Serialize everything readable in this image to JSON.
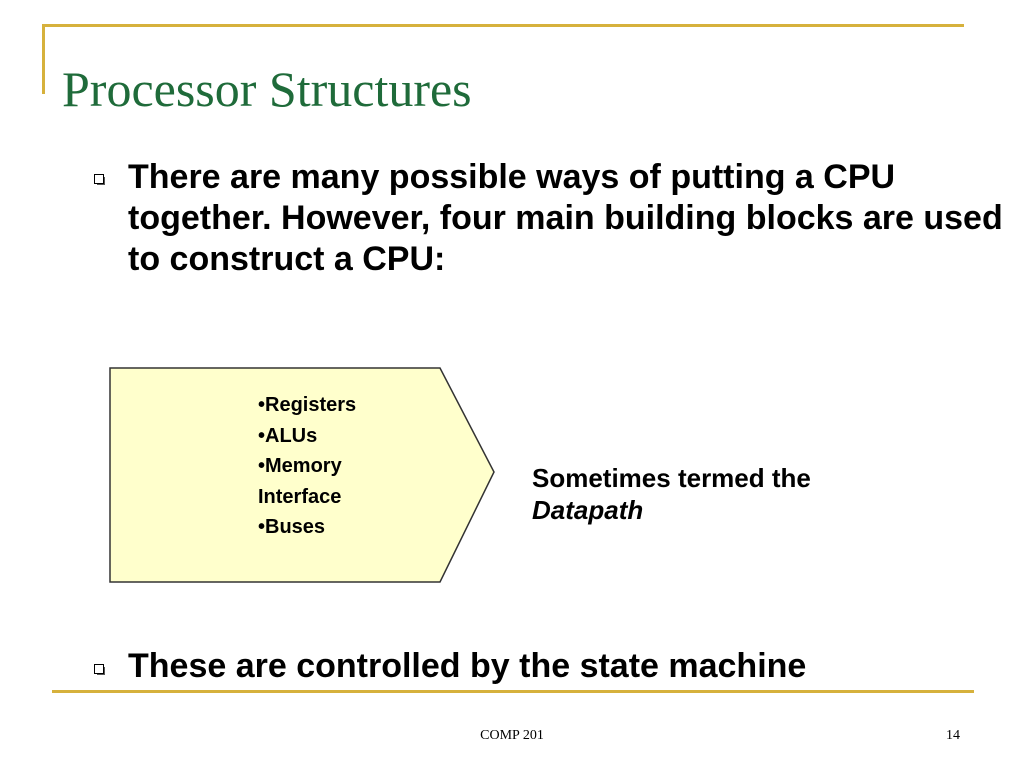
{
  "slide": {
    "title": "Processor Structures",
    "bullets": [
      "There are many possible ways of putting a CPU together. However, four main building blocks are used to construct a CPU:",
      "These are controlled by the state machine"
    ],
    "datapath_block": {
      "items": [
        "Registers",
        "ALUs",
        "Memory Interface",
        "Buses"
      ]
    },
    "side_note": {
      "text": "Sometimes termed the",
      "emphasis": "Datapath"
    },
    "footer": {
      "course": "COMP 201",
      "page_number": "14"
    }
  },
  "colors": {
    "title": "#1f6b3a",
    "frame_line": "#d6b13c",
    "block_fill": "#ffffcc",
    "block_stroke": "#333333"
  }
}
